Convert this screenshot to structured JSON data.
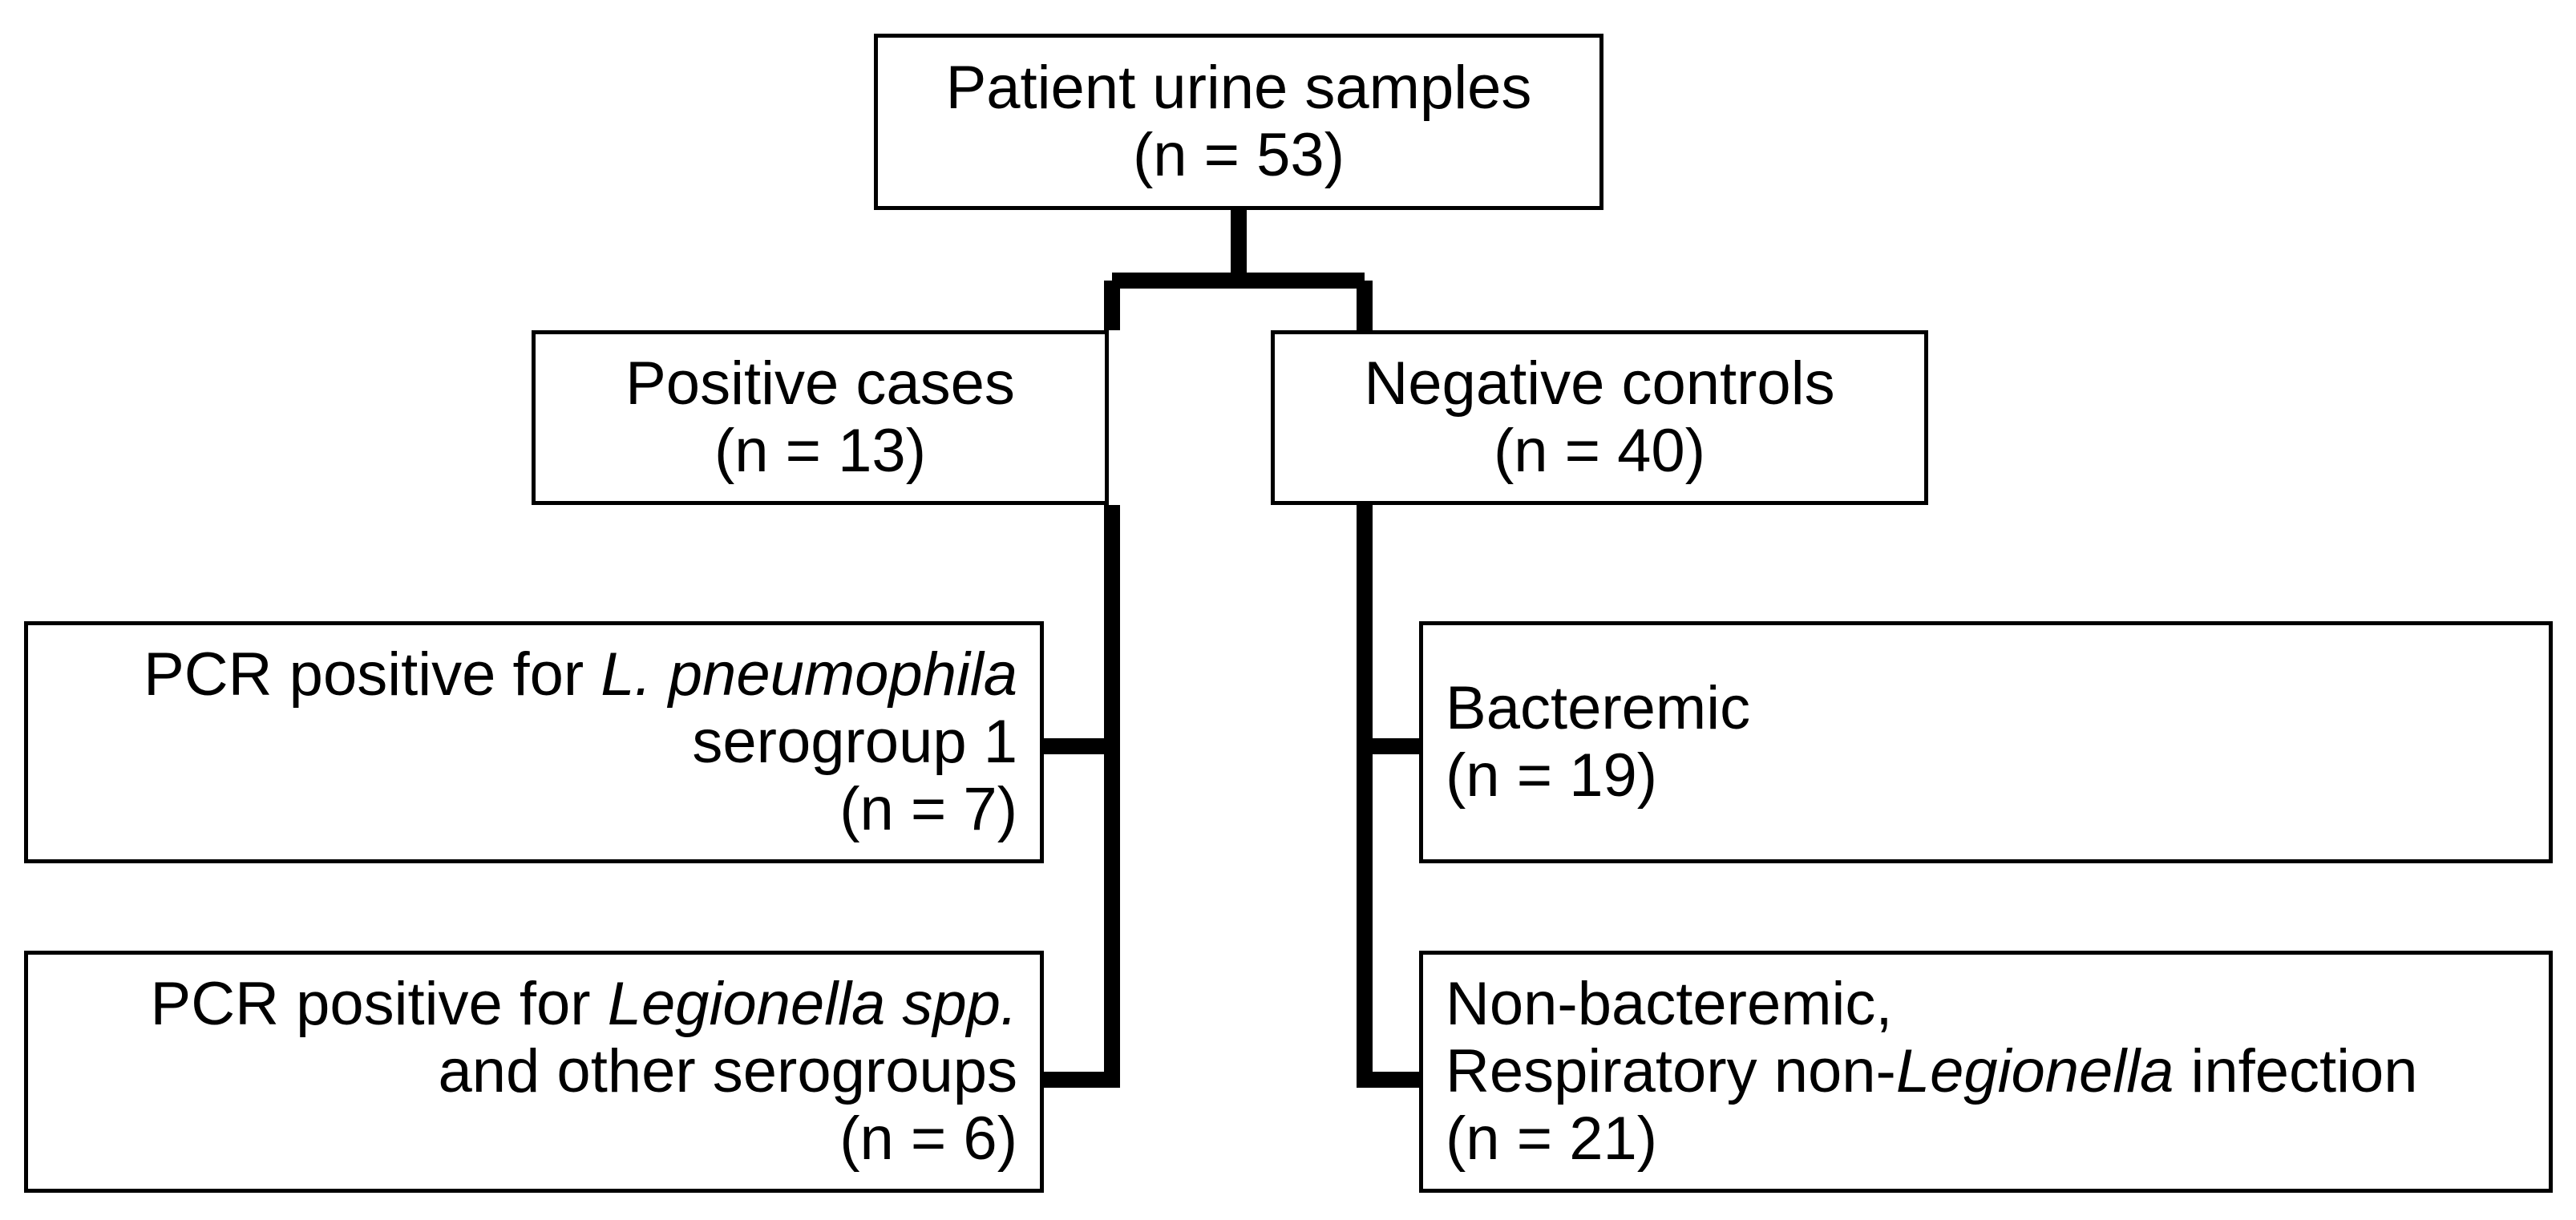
{
  "root": {
    "title": "Patient urine samples",
    "count": "(n = 53)"
  },
  "positive": {
    "title": "Positive cases",
    "count": "(n = 13)",
    "children": [
      {
        "line1_prefix": "PCR positive for ",
        "line1_italic": "L. pneumophila",
        "line2": "serogroup 1",
        "count": "(n = 7)"
      },
      {
        "line1_prefix": "PCR positive for ",
        "line1_italic": "Legionella spp.",
        "line2": "and other serogroups",
        "count": "(n = 6)"
      }
    ]
  },
  "negative": {
    "title": "Negative controls",
    "count": "(n = 40)",
    "children": [
      {
        "title": "Bacteremic",
        "count": "(n = 19)"
      },
      {
        "line1": "Non-bacteremic,",
        "line2_prefix": "Respiratory non-",
        "line2_italic": "Legionella",
        "line2_suffix": " infection",
        "count": "(n = 21)"
      }
    ]
  },
  "colors": {
    "stroke": "#000000",
    "background": "#ffffff"
  }
}
